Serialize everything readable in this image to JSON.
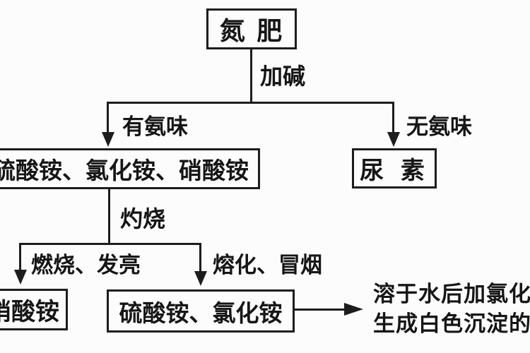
{
  "colors": {
    "background": "#fcfcfc",
    "line": "#1d1d1d",
    "text": "#161616"
  },
  "flowchart": {
    "root_label": "氮 肥",
    "step_add_alkali_label": "加碱",
    "branch_has_ammonia_label": "有氨味",
    "branch_no_ammonia_label": "无氨味",
    "ammonium_salts_label": "硫酸铵、氯化铵、硝酸铵",
    "urea_label": "尿 素",
    "step_ignite_label": "灼烧",
    "branch_burn_glow_label": "燃烧、发亮",
    "branch_melt_smoke_label": "熔化、冒烟",
    "ammonium_nitrate_label": "硝酸铵",
    "sulfate_chloride_label": "硫酸铵、氯化铵",
    "note_line1": "溶于水后加氯化钡",
    "note_line2": "生成白色沉淀的"
  }
}
